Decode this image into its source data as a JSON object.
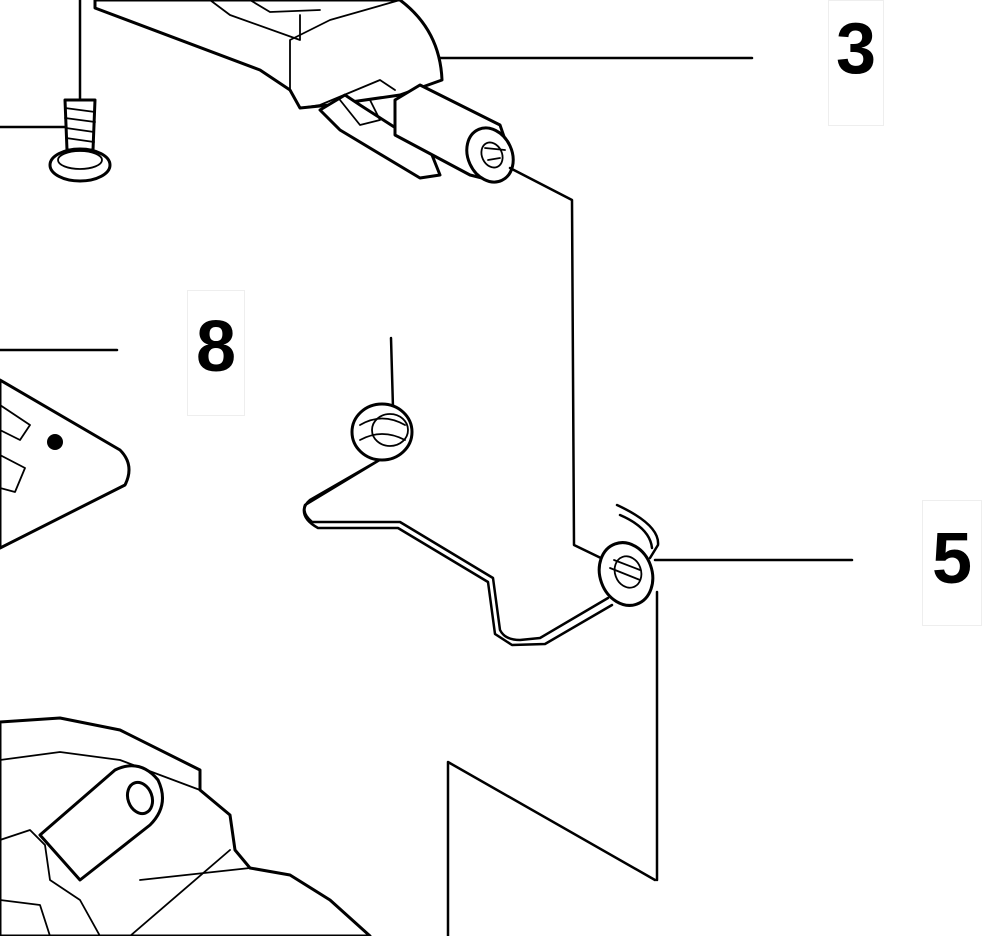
{
  "diagram": {
    "callouts": [
      {
        "id": "3",
        "label": "3"
      },
      {
        "id": "8",
        "label": "8"
      },
      {
        "id": "5",
        "label": "5"
      }
    ]
  }
}
